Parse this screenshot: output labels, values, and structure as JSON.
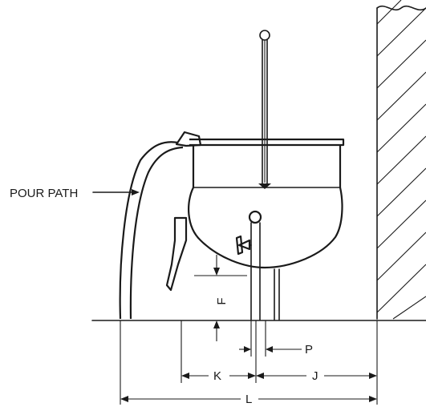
{
  "diagram": {
    "labels": {
      "pour_path": "POUR PATH",
      "dim_f": "F",
      "dim_p": "P",
      "dim_k": "K",
      "dim_j": "J",
      "dim_l": "L"
    },
    "colors": {
      "ink": "#1a1a1a",
      "background": "#ffffff"
    }
  }
}
